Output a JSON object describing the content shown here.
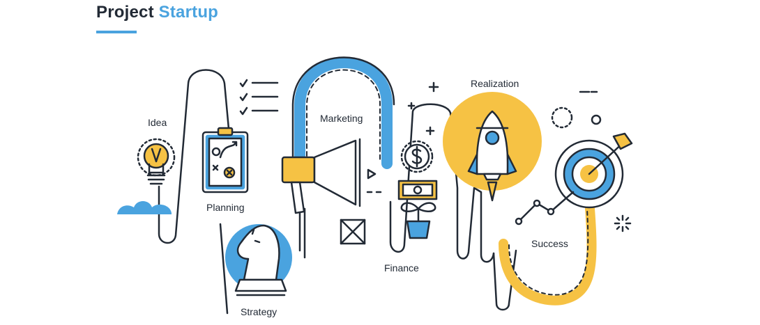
{
  "title": {
    "word1": "Project",
    "word2": "Startup"
  },
  "stages": {
    "idea": "Idea",
    "planning": "Planning",
    "strategy": "Strategy",
    "marketing": "Marketing",
    "finance": "Finance",
    "realization": "Realization",
    "success": "Success"
  },
  "colors": {
    "dark": "#222a35",
    "blue": "#4aa3df",
    "yellow": "#f6c244",
    "white": "#ffffff"
  }
}
